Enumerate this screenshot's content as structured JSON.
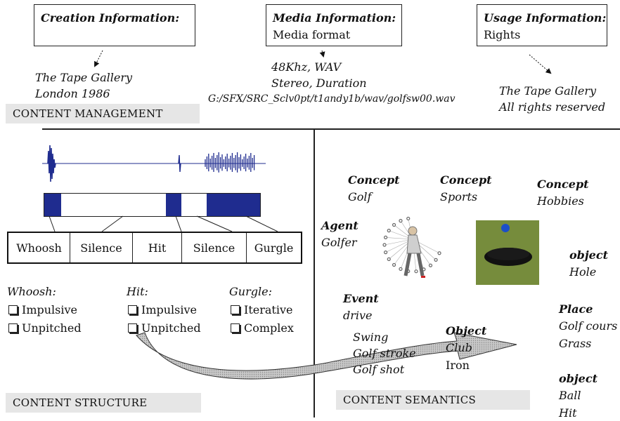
{
  "management": {
    "creation": {
      "header": "Creation Information:",
      "lines": [
        "The Tape Gallery",
        "London 1986"
      ]
    },
    "media": {
      "header": "Media Information:",
      "subheader": "Media format",
      "lines": [
        "48Khz, WAV",
        "Stereo, Duration"
      ],
      "path": "G:/SFX/SRC_Sclv0pt/t1andy1b/wav/golfsw00.wav"
    },
    "usage": {
      "header": "Usage Information:",
      "subheader": "Rights",
      "lines": [
        "The Tape Gallery",
        "All rights reserved"
      ]
    },
    "label": "CONTENT MANAGEMENT"
  },
  "structure": {
    "segments": [
      "Whoosh",
      "Silence",
      "Hit",
      "Silence",
      "Gurgle"
    ],
    "groups": [
      {
        "title": "Whoosh:",
        "items": [
          "Impulsive",
          "Unpitched"
        ]
      },
      {
        "title": "Hit:",
        "items": [
          "Impulsive",
          "Unpitched"
        ]
      },
      {
        "title": "Gurgle:",
        "items": [
          "Iterative",
          "Complex"
        ]
      }
    ],
    "label": "CONTENT STRUCTURE"
  },
  "semantics": {
    "concepts": [
      {
        "type": "Concept",
        "value": "Golf"
      },
      {
        "type": "Concept",
        "value": "Sports"
      },
      {
        "type": "Concept",
        "value": "Hobbies"
      }
    ],
    "agent": {
      "type": "Agent",
      "value": "Golfer"
    },
    "object_hole": {
      "type": "object",
      "value": "Hole"
    },
    "event": {
      "type": "Event",
      "value": "drive"
    },
    "event_terms": [
      "Swing",
      "Golf stroke",
      "Golf shot"
    ],
    "object_club": {
      "type": "Object",
      "lines": [
        "Club",
        "Iron"
      ]
    },
    "place": {
      "type": "Place",
      "lines": [
        "Golf cours",
        "Grass"
      ]
    },
    "object_ball": {
      "type": "object",
      "lines": [
        "Ball",
        "Hit"
      ]
    },
    "label": "CONTENT SEMANTICS"
  },
  "colors": {
    "waveform": "#1f2c8f",
    "section_bg": "#e6e6e6",
    "grass": "#6f8a3a",
    "ball": "#1c4fc7"
  }
}
